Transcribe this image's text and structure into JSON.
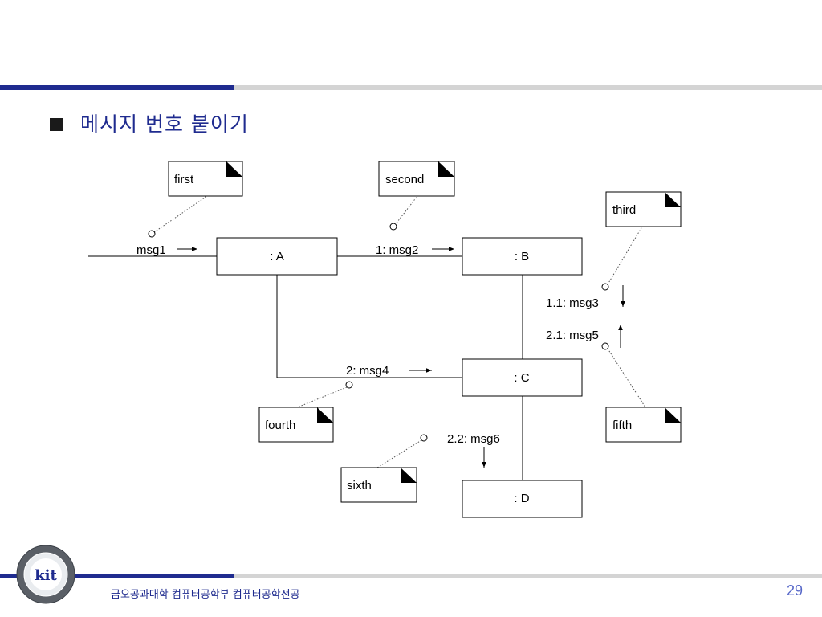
{
  "slide": {
    "title": "메시지 번호 붙이기",
    "footer": "금오공과대학 컴퓨터공학부 컴퓨터공학전공",
    "page_number": "29",
    "logo_text": "kit",
    "colors": {
      "accent": "#1f2b8f",
      "rule_gray": "#d4d4d4"
    }
  },
  "diagram": {
    "objects": [
      {
        "id": "A",
        "label": ": A"
      },
      {
        "id": "B",
        "label": ": B"
      },
      {
        "id": "C",
        "label": ": C"
      },
      {
        "id": "D",
        "label": ": D"
      }
    ],
    "notes": [
      {
        "id": "first",
        "text": "first"
      },
      {
        "id": "second",
        "text": "second"
      },
      {
        "id": "third",
        "text": "third"
      },
      {
        "id": "fourth",
        "text": "fourth"
      },
      {
        "id": "fifth",
        "text": "fifth"
      },
      {
        "id": "sixth",
        "text": "sixth"
      }
    ],
    "messages": [
      {
        "id": "msg1",
        "label": "msg1",
        "from": "",
        "to": "A",
        "direction": "right"
      },
      {
        "id": "msg2",
        "label": "1: msg2",
        "from": "A",
        "to": "B",
        "direction": "right"
      },
      {
        "id": "msg3",
        "label": "1.1: msg3",
        "from": "B",
        "to": "C",
        "direction": "down"
      },
      {
        "id": "msg5",
        "label": "2.1: msg5",
        "from": "C",
        "to": "B",
        "direction": "up"
      },
      {
        "id": "msg4",
        "label": "2: msg4",
        "from": "A",
        "to": "C",
        "direction": "right"
      },
      {
        "id": "msg6",
        "label": "2.2: msg6",
        "from": "C",
        "to": "D",
        "direction": "down"
      }
    ]
  }
}
